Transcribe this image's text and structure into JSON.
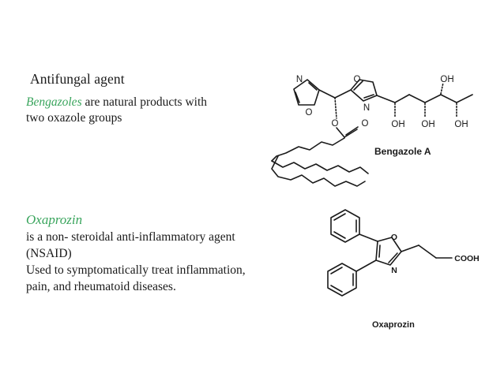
{
  "section1": {
    "heading": "Antifungal agent",
    "name": "Bengazoles",
    "desc_line1_rest": " are natural products with",
    "desc_line2": "two oxazole groups",
    "structure_caption": "Bengazole A",
    "atoms": {
      "n1": "N",
      "o1": "O",
      "o2": "O",
      "n2": "N",
      "oh_top": "OH",
      "o_ester": "O",
      "o_carbonyl": "O",
      "oh1": "OH",
      "oh2": "OH",
      "oh3": "OH"
    }
  },
  "section2": {
    "name": "Oxaprozin",
    "line1": " is a non- steroidal anti-inflammatory agent",
    "line2": "(NSAID)",
    "line3": "Used to symptomatically treat inflammation,",
    "line4": "pain, and rheumatoid diseases.",
    "structure_caption": "Oxaprozin",
    "atoms": {
      "o": "O",
      "n": "N",
      "cooh": "COOH"
    }
  },
  "colors": {
    "accent_green": "#3aa55d",
    "text": "#1a1a1a"
  }
}
